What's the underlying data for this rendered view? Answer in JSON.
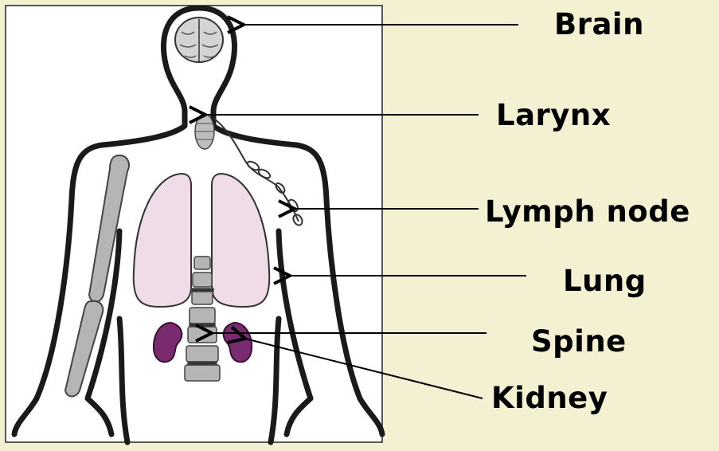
{
  "labels": {
    "brain": "Brain",
    "larynx": "Larynx",
    "lymph_node": "Lymph node",
    "lung": "Lung",
    "spine": "Spine",
    "kidney": "Kidney"
  },
  "colors": {
    "background": "#f3f1d1",
    "panel": "#ffffff",
    "outline": "#1a1a1a",
    "lung_fill": "#f0dbe8",
    "kidney_fill": "#7a2a6e",
    "bone_fill": "#b5b5b5",
    "brain_fill": "#d4d4d4"
  }
}
